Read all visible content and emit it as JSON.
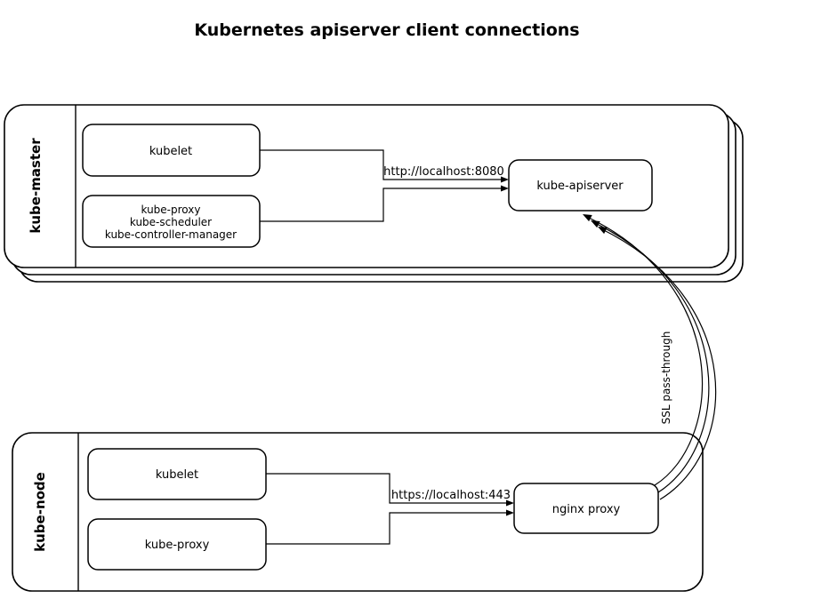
{
  "title": "Kubernetes apiserver client connections",
  "master_group": {
    "label": "kube-master",
    "kubelet": "kubelet",
    "stack_lines": [
      "kube-proxy",
      "kube-scheduler",
      "kube-controller-manager"
    ],
    "apiserver": "kube-apiserver",
    "connection_label": "http://localhost:8080"
  },
  "node_group": {
    "label": "kube-node",
    "kubelet": "kubelet",
    "kube_proxy": "kube-proxy",
    "nginx_proxy": "nginx proxy",
    "connection_label": "https://localhost:443"
  },
  "ssl_label": "SSL pass-through",
  "colors": {
    "stroke": "#000000",
    "background": "#ffffff"
  }
}
